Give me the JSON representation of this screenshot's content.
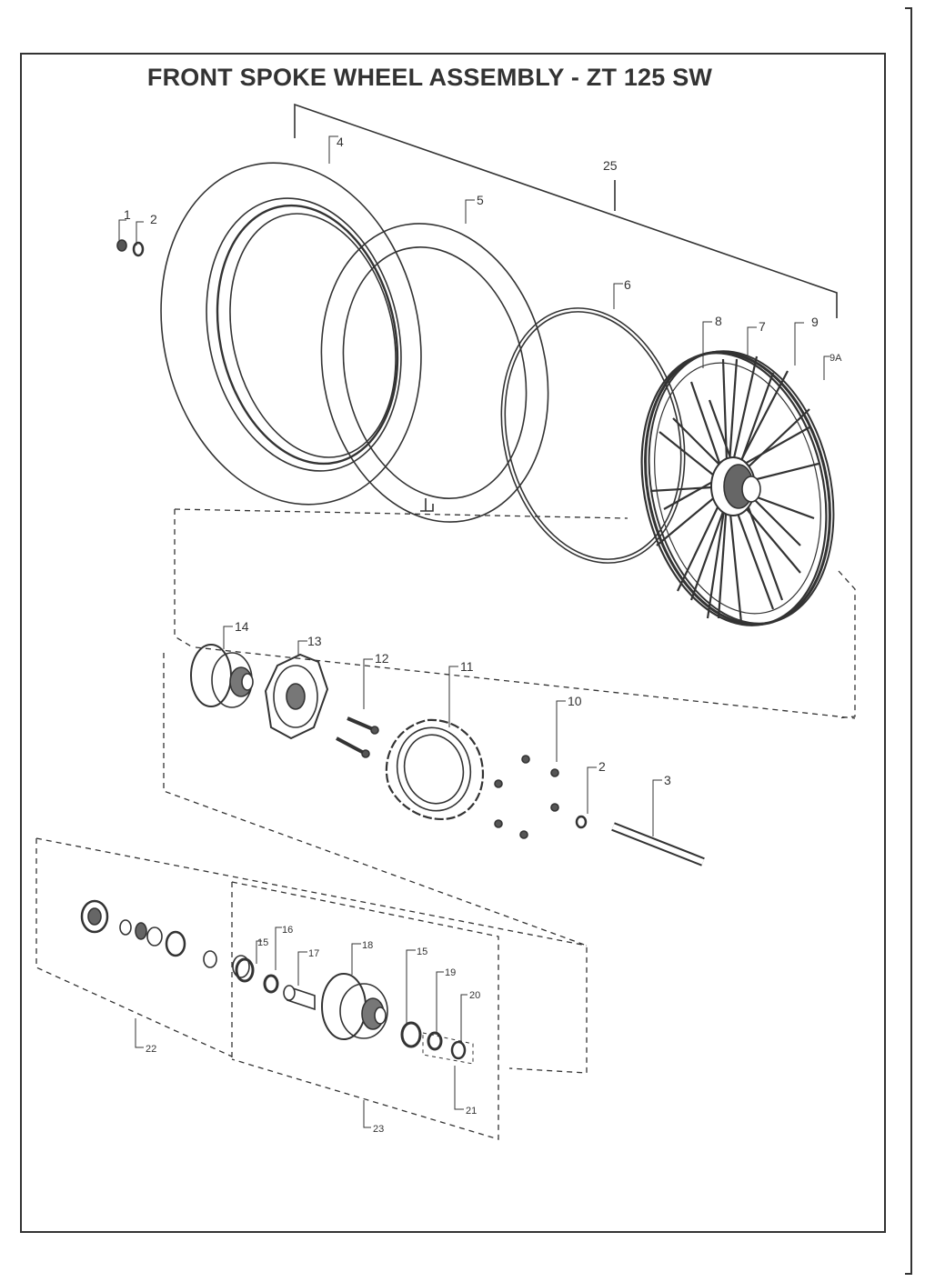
{
  "title": "FRONT SPOKE WHEEL ASSEMBLY - ZT 125 SW",
  "callouts": {
    "c1": "1",
    "c2": "2",
    "c3": "3",
    "c4": "4",
    "c5": "5",
    "c6": "6",
    "c7": "7",
    "c8": "8",
    "c9": "9",
    "c9a": "9A",
    "c10": "10",
    "c11": "11",
    "c12": "12",
    "c13": "13",
    "c14": "14",
    "c15a": "15",
    "c15b": "15",
    "c16": "16",
    "c17": "17",
    "c18": "18",
    "c19": "19",
    "c20": "20",
    "c21": "21",
    "c22": "22",
    "c23": "23",
    "c25": "25",
    "c2b": "2"
  }
}
